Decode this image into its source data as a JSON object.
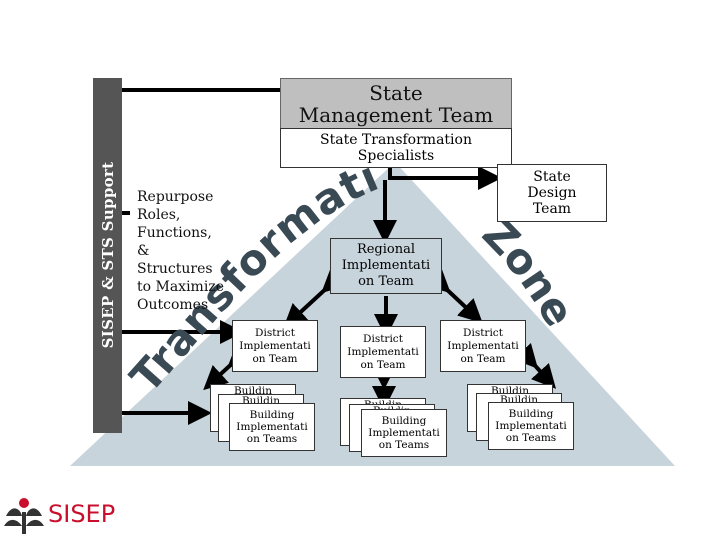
{
  "colors": {
    "support_bar": "#555555",
    "state_team_fill": "#bfbfbf",
    "pyramid": "#c8d4dc",
    "transformation_text": "#3a4a55",
    "logo_red": "#c8102e"
  },
  "support_label": "SISEP & STS Support",
  "state_management_team": "State\nManagement Team",
  "state_transformation_specialists": "State Transformation\nSpecialists",
  "state_design_team": "State\nDesign\nTeam",
  "regional_team": "Regional\nImplementati\non Team",
  "repurpose_text": "Repurpose\nRoles,\nFunctions,\n&\nStructures\nto Maximize\nOutcomes",
  "transformation_word": "Transformation",
  "zone_word": "Zone",
  "district_teams": [
    "District\nImplementati\non Team",
    "District\nImplementati\non Team",
    "District\nImplementati\non Team"
  ],
  "building_back_label": "Buildin",
  "building_teams": [
    "Building\nImplementati\non Teams",
    "Building\nImplementati\non Teams",
    "Building\nImplementati\non Teams"
  ],
  "logo": {
    "text": "SISEP",
    "icon": "sisep-tree-logo-icon"
  }
}
